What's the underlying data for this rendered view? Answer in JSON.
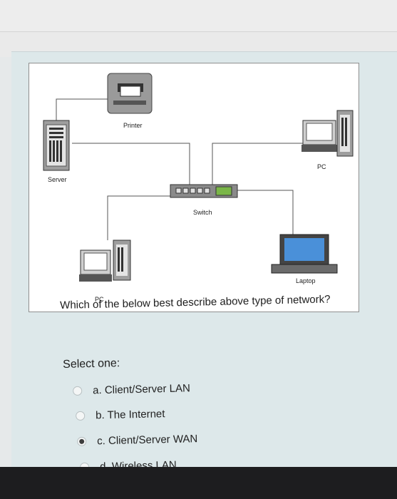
{
  "diagram": {
    "labels": {
      "printer": "Printer",
      "server": "Server",
      "pc_right": "PC",
      "switch": "Switch",
      "laptop": "Laptop",
      "pc_left": "PC"
    }
  },
  "question": {
    "text": "Which of the below best describe above type of network?"
  },
  "answers": {
    "prompt": "Select one:",
    "options": [
      {
        "label": "a. Client/Server LAN",
        "selected": false
      },
      {
        "label": "b. The Internet",
        "selected": false
      },
      {
        "label": "c. Client/Server WAN",
        "selected": true
      },
      {
        "label": "d. Wireless LAN",
        "selected": false
      }
    ]
  },
  "colors": {
    "card_background": "#dde8ea",
    "laptop_screen": "#4a90d9",
    "switch_port": "#7ab648"
  }
}
